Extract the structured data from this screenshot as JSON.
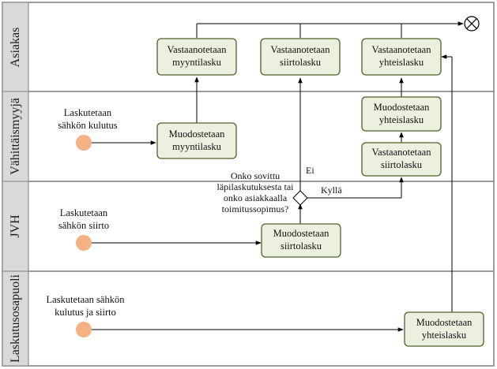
{
  "colors": {
    "lane_header_fill": "#d9d9d9",
    "task_fill": "#ebf1de",
    "task_stroke": "#4f6228",
    "start_event_fill": "#f4b183",
    "line": "#000000"
  },
  "lanes": [
    {
      "id": "asiakas",
      "label": "Asiakas"
    },
    {
      "id": "vahittaismyyja",
      "label": "Vähittäismyyjä"
    },
    {
      "id": "jvh",
      "label": "JVH"
    },
    {
      "id": "laskutusosapuoli",
      "label": "Laskutusosapuoli"
    }
  ],
  "tasks": [
    {
      "id": "vast-myynti",
      "lines": [
        "Vastaanotetaan",
        "myyntilasku"
      ]
    },
    {
      "id": "vast-siirto",
      "lines": [
        "Vastaanotetaan",
        "siirtolasku"
      ]
    },
    {
      "id": "vast-yhteis",
      "lines": [
        "Vastaanotetaan",
        "yhteislasku"
      ]
    },
    {
      "id": "muod-myynti",
      "lines": [
        "Muodostetaan",
        "myyntilasku"
      ]
    },
    {
      "id": "muod-yhteis-vm",
      "lines": [
        "Muodostetaan",
        "yhteislasku"
      ]
    },
    {
      "id": "vast-siirto-vm",
      "lines": [
        "Vastaanotetaan",
        "siirtolasku"
      ]
    },
    {
      "id": "muod-siirto",
      "lines": [
        "Muodostetaan",
        "siirtolasku"
      ]
    },
    {
      "id": "muod-yhteis-lo",
      "lines": [
        "Muodostetaan",
        "yhteislasku"
      ]
    }
  ],
  "start_events": [
    {
      "id": "start-vm",
      "lines": [
        "Laskutetaan",
        "sähkön kulutus"
      ]
    },
    {
      "id": "start-jvh",
      "lines": [
        "Laskutetaan",
        "sähkön siirto"
      ]
    },
    {
      "id": "start-lo",
      "lines": [
        "Laskutetaan sähkön",
        "kulutus ja siirto"
      ]
    }
  ],
  "gateway": {
    "question_lines": [
      "Onko sovittu",
      "läpilaskutuksesta tai",
      "onko asiakkaalla",
      "toimitussopimus?"
    ],
    "label_no": "Ei",
    "label_yes": "Kyllä"
  }
}
